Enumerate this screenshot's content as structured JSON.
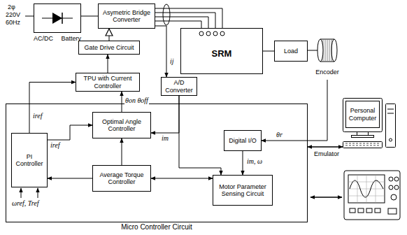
{
  "diagram": {
    "nodes": [
      {
        "text": [
          "AC/DC",
          "Battery"
        ]
      },
      {
        "text": [
          "Asymetric Bridge Converter"
        ]
      },
      {
        "text": [
          "Gate Drive Circuit"
        ]
      },
      {
        "text": [
          "TPU with Current Controller"
        ]
      },
      {
        "text": [
          "SRM"
        ]
      },
      {
        "text": [
          "Load"
        ]
      },
      {
        "text": [
          "Encoder"
        ]
      },
      {
        "text": [
          "A/D Converter"
        ]
      },
      {
        "text": [
          "Micro Controller Circuit"
        ]
      },
      {
        "text": [
          "PI Controller"
        ],
        "in": 8
      },
      {
        "text": [
          "Optimal Angle Controller"
        ],
        "in": 8
      },
      {
        "text": [
          "Average Torque Controller"
        ],
        "in": 8
      },
      {
        "text": [
          "Digital I/O"
        ],
        "in": 8
      },
      {
        "text": [
          "Motor Parameter Sensing Circuit"
        ],
        "in": 8
      },
      {
        "text": [
          "Personal Computer"
        ]
      }
    ],
    "edges": [
      {
        "from": 0,
        "to": 1,
        "arrow": "none"
      },
      {
        "from": 1,
        "to": 4,
        "arrow": "none"
      },
      {
        "from": 2,
        "to": 1,
        "arrow": "to"
      },
      {
        "from": 3,
        "to": 2,
        "arrow": "to"
      },
      {
        "from": 4,
        "to": 5,
        "arrow": "none"
      },
      {
        "from": 5,
        "to": 6,
        "arrow": "none"
      },
      {
        "from": 1,
        "to": 7,
        "label": "ij",
        "arrow": "to"
      },
      {
        "from": 6,
        "to": 12,
        "label": "θr",
        "arrow": "to"
      },
      {
        "from": 7,
        "to": 10,
        "label": "im",
        "arrow": "to"
      },
      {
        "from": 7,
        "to": 13,
        "arrow": "to"
      },
      {
        "from": 9,
        "to": 3,
        "label": "iref",
        "arrow": "to"
      },
      {
        "from": 9,
        "to": 10,
        "label": "iref",
        "arrow": "to"
      },
      {
        "from": 10,
        "to": 3,
        "label": "θon θoff",
        "arrow": "to"
      },
      {
        "from": 11,
        "to": 9,
        "arrow": "to"
      },
      {
        "from": 11,
        "to": 10,
        "arrow": "to"
      },
      {
        "from": 13,
        "to": 11,
        "arrow": "both"
      },
      {
        "from": 12,
        "to": 13,
        "label": "im, ω",
        "arrow": "to"
      },
      {
        "from": 8,
        "to": 14,
        "arrow": "both"
      }
    ],
    "labels": [
      "2φ",
      "220V",
      "60Hz",
      "ωref, Tref",
      "Emulator"
    ]
  }
}
